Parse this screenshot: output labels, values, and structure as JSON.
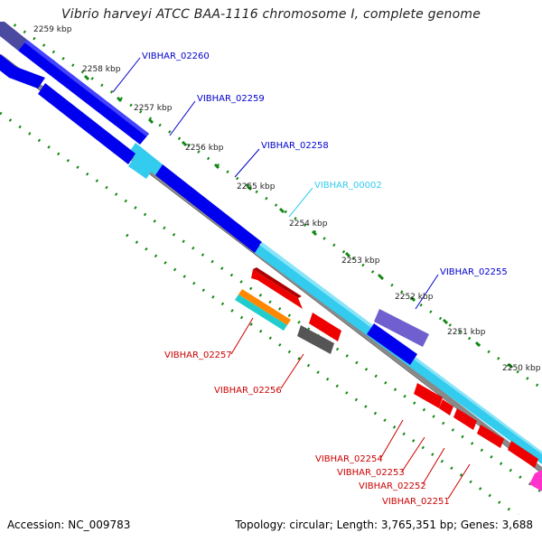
{
  "title": "Vibrio harveyi ATCC BAA-1116 chromosome I, complete genome",
  "footer": {
    "accession": "Accession: NC_009783",
    "summary": "Topology: circular; Length: 3,765,351 bp; Genes: 3,688"
  },
  "ticks": [
    "2259 kbp",
    "2258 kbp",
    "2257 kbp",
    "2256 kbp",
    "2255 kbp",
    "2254 kbp",
    "2253 kbp",
    "2252 kbp",
    "2251 kbp",
    "2250 kbp"
  ],
  "gene_labels_forward": [
    {
      "name": "VIBHAR_02260",
      "color": "#0000cc"
    },
    {
      "name": "VIBHAR_02259",
      "color": "#0000cc"
    },
    {
      "name": "VIBHAR_02258",
      "color": "#0000cc"
    },
    {
      "name": "VIBHAR_00002",
      "color": "#33ccee"
    },
    {
      "name": "VIBHAR_02255",
      "color": "#0000cc"
    }
  ],
  "gene_labels_reverse": [
    {
      "name": "VIBHAR_02257",
      "color": "#cc0000"
    },
    {
      "name": "VIBHAR_02256",
      "color": "#cc0000"
    },
    {
      "name": "VIBHAR_02254",
      "color": "#cc0000"
    },
    {
      "name": "VIBHAR_02253",
      "color": "#cc0000"
    },
    {
      "name": "VIBHAR_02252",
      "color": "#cc0000"
    },
    {
      "name": "VIBHAR_02251",
      "color": "#cc0000"
    }
  ],
  "colors": {
    "cds_forward": "#0000ee",
    "cds_forward_light": "#33ccee",
    "cds_forward_purple": "#6f5fcf",
    "cds_reverse": "#ee0000",
    "cds_reverse_orange": "#ff8800",
    "cds_reverse_teal": "#22cccc",
    "cds_reverse_gray": "#555555",
    "cds_reverse_magenta": "#ff33cc",
    "backbone": "#888888",
    "tick": "#118811"
  }
}
